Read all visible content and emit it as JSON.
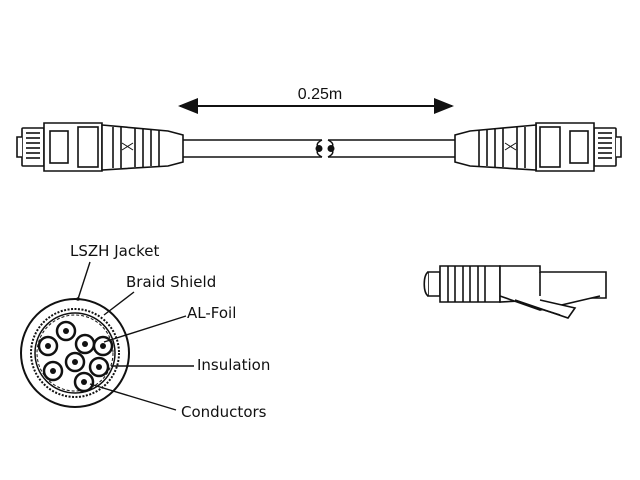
{
  "length_label": "0.25m",
  "cross_section_labels": {
    "jacket": "LSZH Jacket",
    "braid": "Braid Shield",
    "foil": "AL-Foil",
    "insulation": "Insulation",
    "conductors": "Conductors"
  },
  "colors": {
    "stroke": "#111111",
    "background": "#ffffff",
    "cable_fill": "#ffffff"
  }
}
